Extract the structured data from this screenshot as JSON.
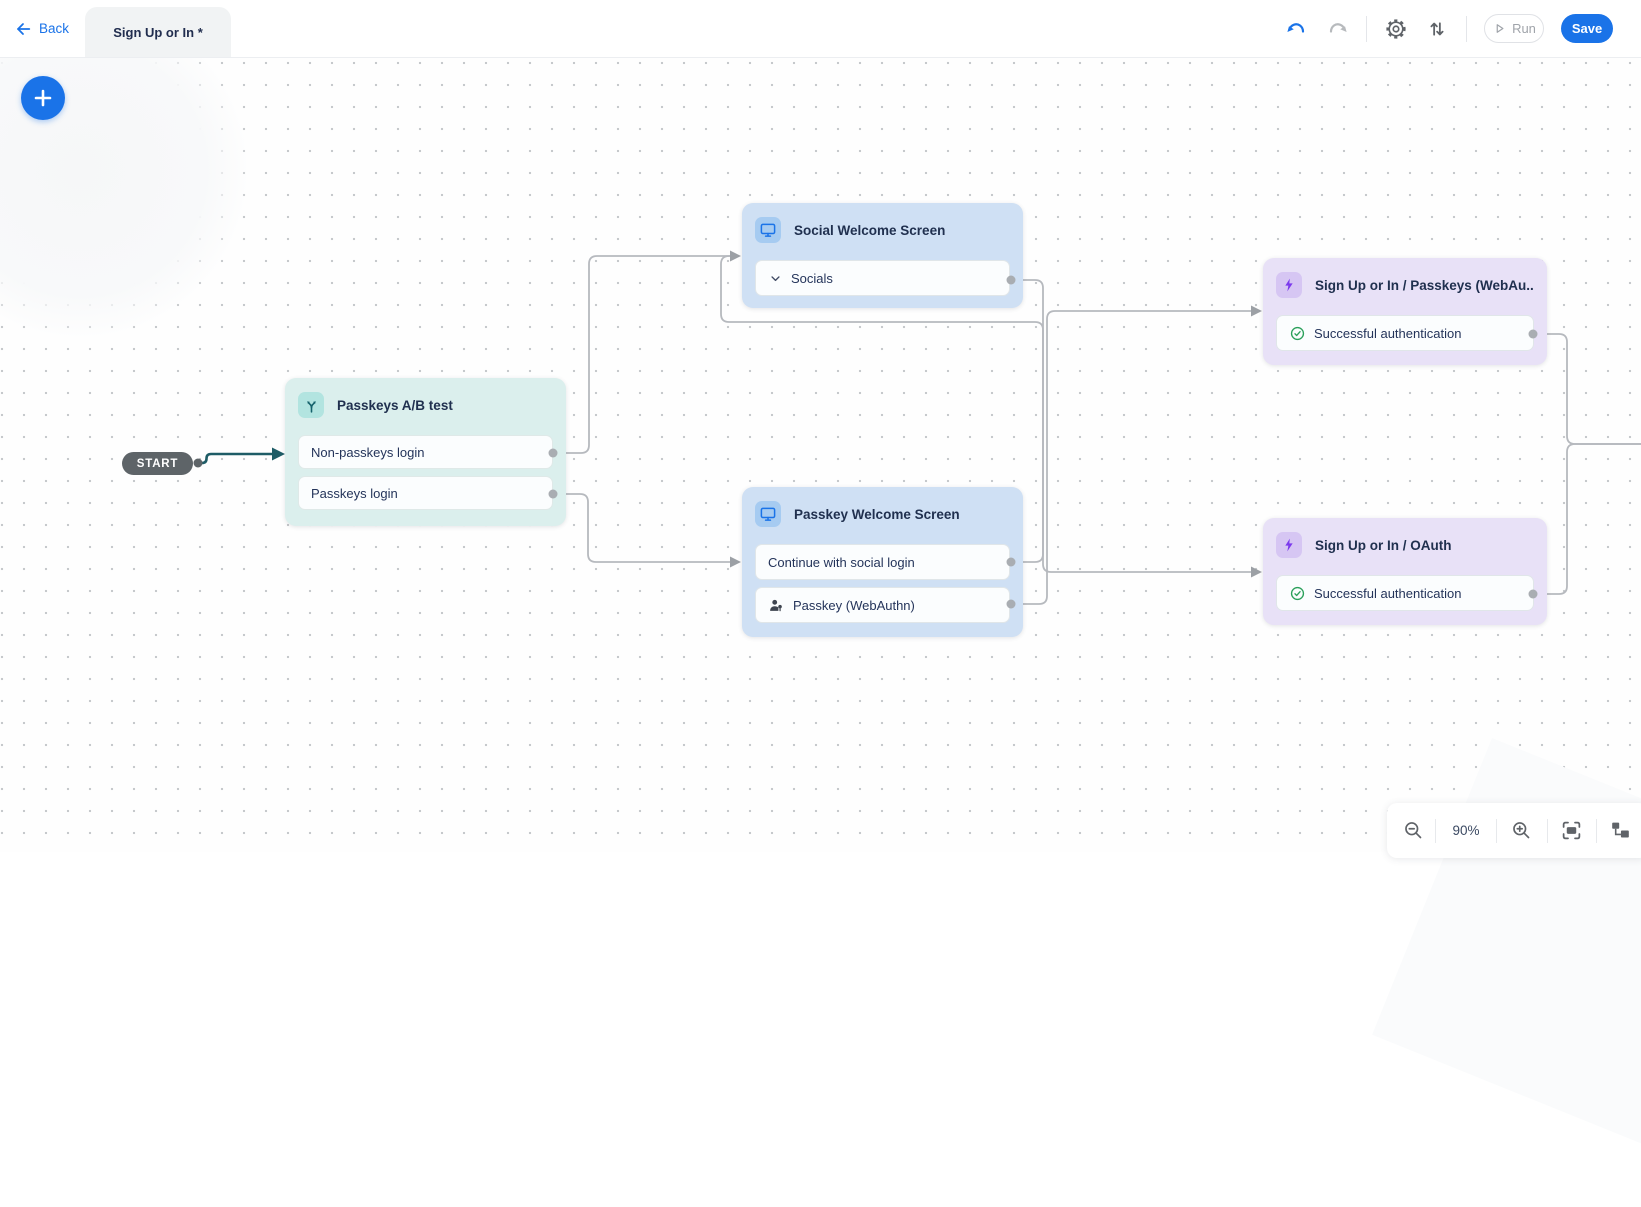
{
  "header": {
    "back_label": "Back",
    "tab_title": "Sign Up or In *",
    "run_label": "Run",
    "save_label": "Save"
  },
  "canvas": {
    "start_label": "START",
    "zoom_level": "90%"
  },
  "nodes": {
    "ab_test": {
      "title": "Passkeys A/B test",
      "rows": [
        "Non-passkeys login",
        "Passkeys login"
      ]
    },
    "social_welcome": {
      "title": "Social Welcome Screen",
      "rows": [
        "Socials"
      ]
    },
    "passkey_welcome": {
      "title": "Passkey Welcome Screen",
      "rows": [
        "Continue with social login",
        "Passkey (WebAuthn)"
      ]
    },
    "signup_passkeys": {
      "title": "Sign Up or In / Passkeys (WebAu...",
      "rows": [
        "Successful authentication"
      ]
    },
    "signup_oauth": {
      "title": "Sign Up or In / OAuth",
      "rows": [
        "Successful authentication"
      ]
    }
  },
  "edges": [
    {
      "from": "start",
      "to": "ab_test"
    },
    {
      "from": "ab_test.non-passkeys-login",
      "to": "social_welcome"
    },
    {
      "from": "ab_test.passkeys-login",
      "to": "passkey_welcome"
    },
    {
      "from": "social_welcome.socials",
      "to": "signup_oauth"
    },
    {
      "from": "passkey_welcome.continue-with-social-login",
      "to": "social_welcome"
    },
    {
      "from": "passkey_welcome.passkey-webauthn",
      "to": "signup_passkeys"
    },
    {
      "from": "signup_passkeys.successful-authentication",
      "to": "offscreen-right"
    },
    {
      "from": "signup_oauth.successful-authentication",
      "to": "offscreen-right"
    }
  ],
  "icons": {
    "back-arrow-icon": "←",
    "plus-icon": "+",
    "undo-icon": "↶",
    "redo-icon": "↷",
    "settings-gear-icon": "⚙",
    "sort-arrows-icon": "↑↓",
    "play-icon": "▷",
    "branch-split-icon": "⑂",
    "screen-icon": "🖵",
    "chevron-down-icon": "⌄",
    "passkey-user-icon": "👤",
    "lightning-icon": "⚡",
    "check-circle-icon": "✓",
    "zoom-out-icon": "−🔍",
    "zoom-in-icon": "+🔍",
    "fit-view-icon": "[▭]",
    "auto-layout-icon": "▙"
  },
  "colors": {
    "accent_blue": "#1a73e8",
    "node_teal_bg": "#dbefed",
    "node_blue_bg": "#cfe0f4",
    "node_purple_bg": "#e8e1f7",
    "start_pill": "#5e6468",
    "start_edge_teal": "#1e5c66",
    "edge_gray": "#b6b9be",
    "success_green": "#2aa05a",
    "bolt_purple": "#7c3aed"
  }
}
